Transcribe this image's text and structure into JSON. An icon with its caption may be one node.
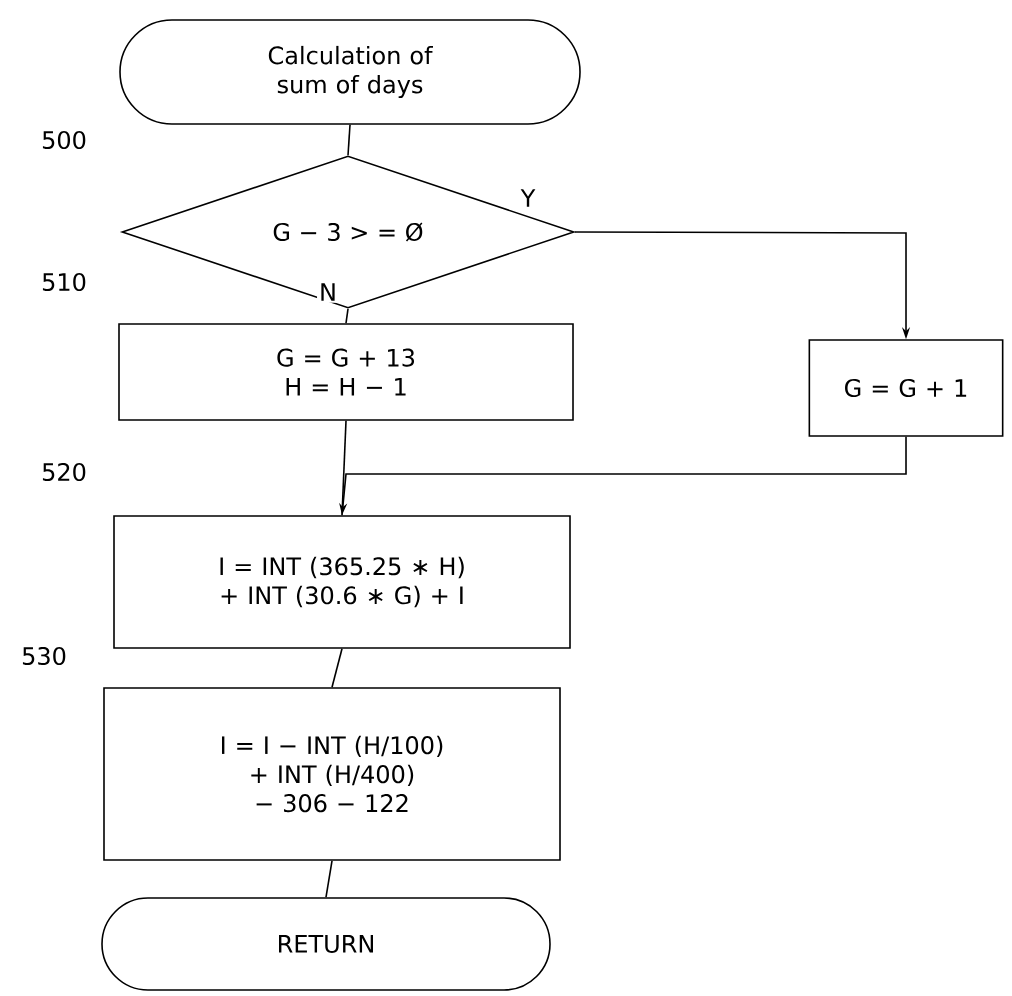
{
  "diagram": {
    "nodes": [
      {
        "text": [
          "Calculation of sum of days"
        ]
      },
      {
        "text": [
          "G − 3 > = Ø"
        ]
      },
      {
        "text": [
          "G = G + 13 H = H − 1"
        ]
      },
      {
        "text": [
          "G = G + 1"
        ]
      },
      {
        "text": [
          "I = INT (365.25 ∗ H) + INT (30.6 ∗ G) + I"
        ]
      },
      {
        "text": [
          "I = I − INT (H/100) + INT (H/400) − 306 − 122"
        ]
      },
      {
        "text": [
          "RETURN"
        ]
      }
    ],
    "edges": [
      {
        "from": 0,
        "to": 1,
        "arrow": "none"
      },
      {
        "from": 1,
        "to": 2,
        "arrow": "none",
        "label": "N"
      },
      {
        "from": 1,
        "to": 3,
        "arrow": "to",
        "label": "Y"
      },
      {
        "from": 2,
        "to": 4,
        "arrow": "none"
      },
      {
        "from": 3,
        "to": 4,
        "arrow": "to"
      },
      {
        "from": 4,
        "to": 5,
        "arrow": "none"
      },
      {
        "from": 5,
        "to": 6,
        "arrow": "none"
      }
    ],
    "labels": [
      "500",
      "510",
      "520",
      "530"
    ]
  }
}
